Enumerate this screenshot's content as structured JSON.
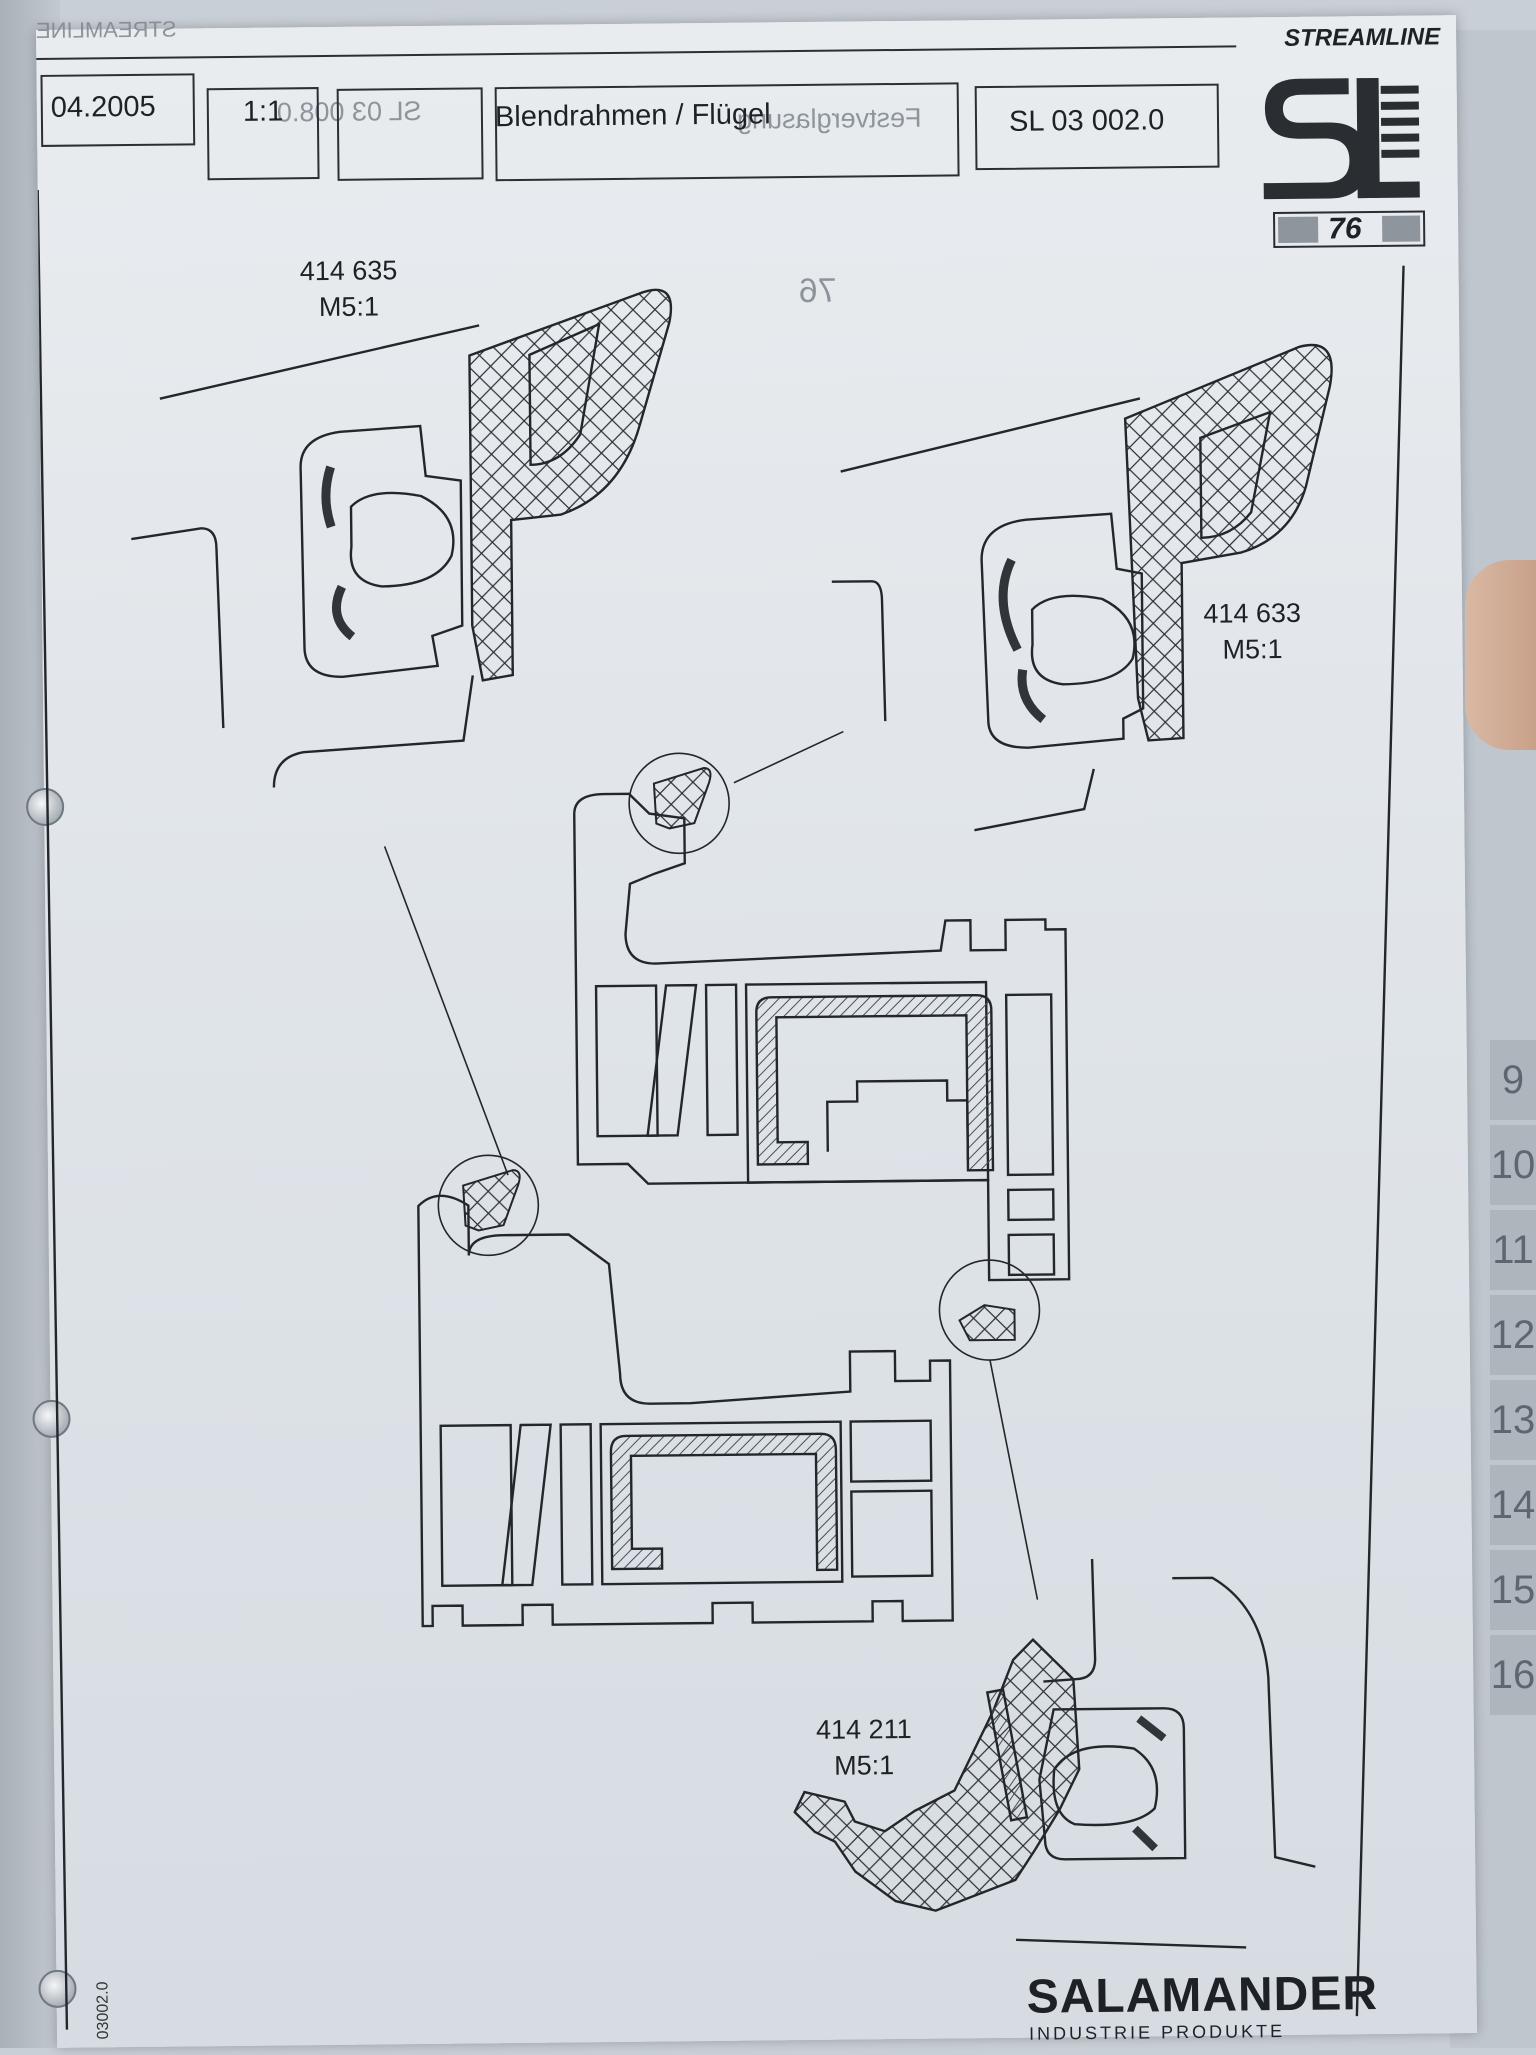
{
  "header": {
    "date": "04.2005",
    "scale": "1:1",
    "title": "Blendrahmen / Flügel",
    "drawing_no": "SL 03 002.0"
  },
  "brand": {
    "top_label": "STREAMLINE",
    "logo_letters": "SL",
    "logo_number": "76",
    "company": "SALAMANDER",
    "company_sub": "INDUSTRIE PRODUKTE"
  },
  "show_through": {
    "mirrored_brand": "STREAMLINE",
    "mirrored_code": "SL 03 008.0",
    "mirrored_title": "Festverglasung",
    "mirrored_number": "76"
  },
  "details": [
    {
      "code": "414 635",
      "scale": "M5:1"
    },
    {
      "code": "414 633",
      "scale": "M5:1"
    },
    {
      "code": "414 211",
      "scale": "M5:1"
    }
  ],
  "side_code": "03002.0",
  "tabs": [
    "9",
    "10",
    "11",
    "12",
    "13",
    "14",
    "15",
    "16"
  ],
  "colors": {
    "paper": "#e6e9ec",
    "ink": "#1e2226",
    "ghost": "#8a929b"
  }
}
